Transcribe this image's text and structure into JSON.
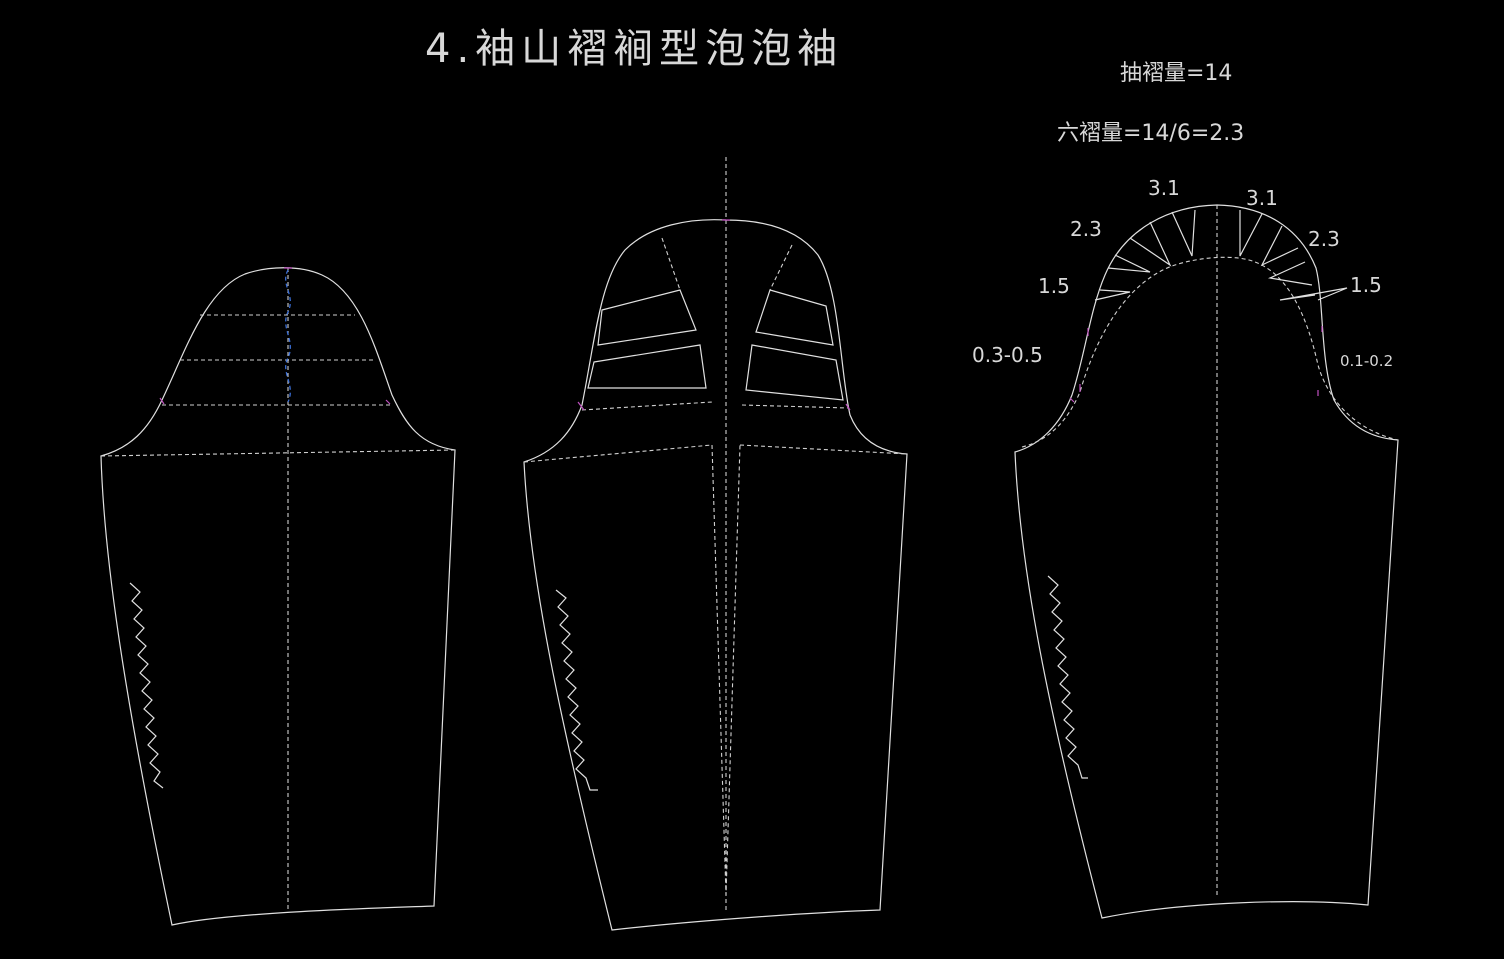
{
  "title": "4.袖山褶裥型泡泡袖",
  "notes": {
    "gather_amount": "抽褶量=14",
    "six_pleats": "六褶量=14/6=2.3"
  },
  "pleat_labels": {
    "top_left": "3.1",
    "top_right": "3.1",
    "upper_left": "2.3",
    "upper_right": "2.3",
    "mid_left": "1.5",
    "mid_right": "1.5",
    "low_left": "0.3-0.5",
    "low_right": "0.1-0.2"
  }
}
